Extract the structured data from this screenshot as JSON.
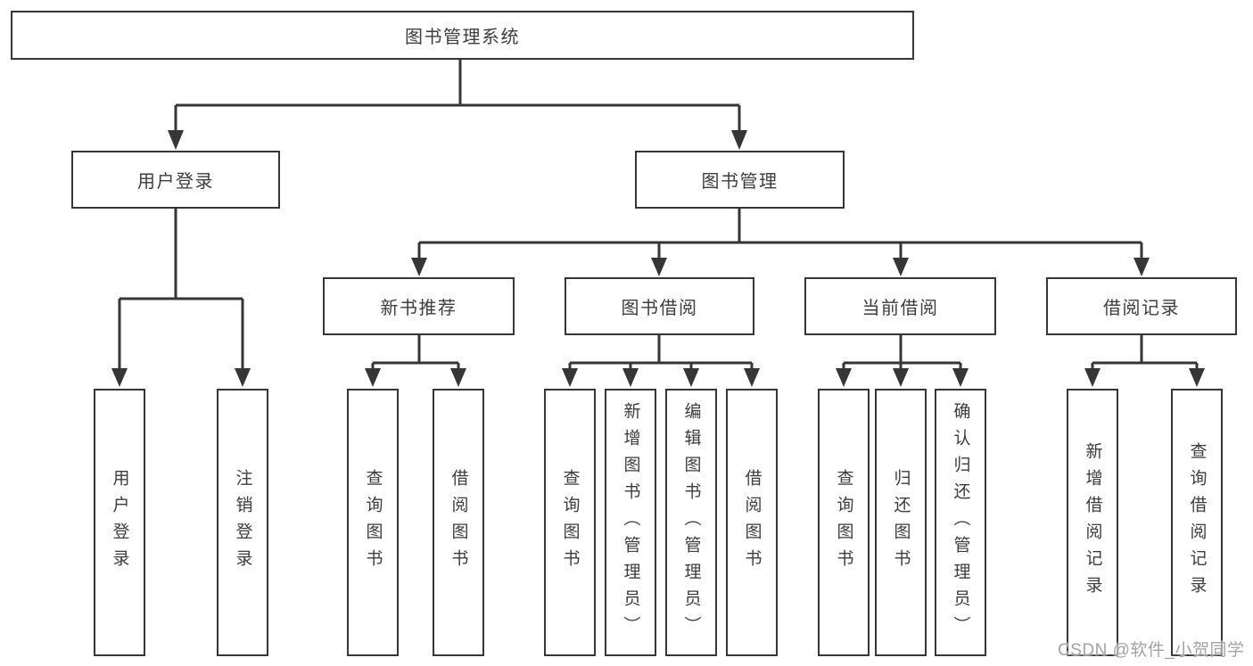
{
  "diagram": {
    "title": "图书管理系统",
    "colors": {
      "line": "#363636",
      "box_border": "#363636",
      "text": "#3d3d3d",
      "background": "#ffffff",
      "watermark": "#a3a3a3"
    },
    "nodes": {
      "root": {
        "label": "图书管理系统"
      },
      "user_login": {
        "label": "用户登录"
      },
      "book_mgmt": {
        "label": "图书管理"
      },
      "new_book_rec": {
        "label": "新书推荐"
      },
      "book_borrow": {
        "label": "图书借阅"
      },
      "current_borrow": {
        "label": "当前借阅"
      },
      "borrow_records": {
        "label": "借阅记录"
      },
      "leaf_user_login": {
        "label": "用户登录"
      },
      "leaf_logout": {
        "label": "注销登录"
      },
      "leaf_query_book_rec": {
        "label": "查询图书"
      },
      "leaf_borrow_book_rec": {
        "label": "借阅图书"
      },
      "leaf_query_book_borrow": {
        "label": "查询图书"
      },
      "leaf_add_book": {
        "label": "新增图书（管理员）"
      },
      "leaf_edit_book": {
        "label": "编辑图书（管理员）"
      },
      "leaf_borrow_book": {
        "label": "借阅图书"
      },
      "leaf_query_book_current": {
        "label": "查询图书"
      },
      "leaf_return_book": {
        "label": "归还图书"
      },
      "leaf_confirm_return": {
        "label": "确认归还（管理员）"
      },
      "leaf_add_borrow_record": {
        "label": "新增借阅记录"
      },
      "leaf_query_borrow_record": {
        "label": "查询借阅记录"
      }
    },
    "watermark": "CSDN @软件_小贺同学"
  }
}
